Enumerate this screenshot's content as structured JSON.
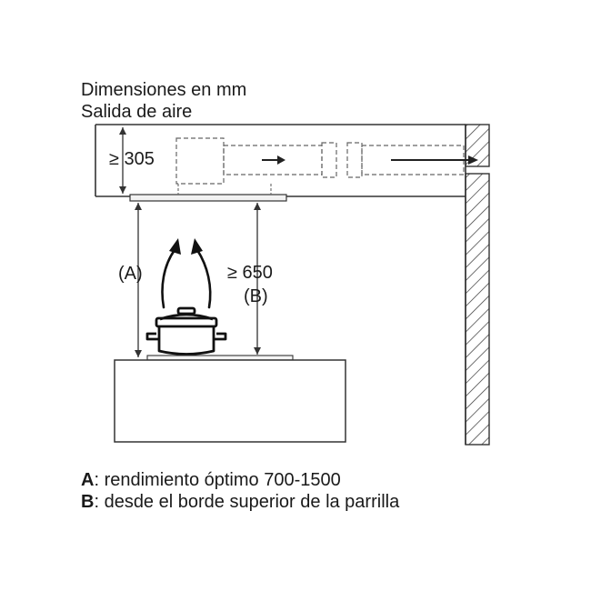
{
  "header": {
    "line1": "Dimensiones en mm",
    "line2": "Salida de aire"
  },
  "dimensions": {
    "top_gap": "≥ 305",
    "hob_gap": "≥ 650",
    "label_a": "(A)",
    "label_b": "(B)"
  },
  "legend": [
    {
      "key": "A",
      "text": ": rendimiento óptimo 700-1500"
    },
    {
      "key": "B",
      "text": ": desde el borde superior de la parrilla"
    }
  ]
}
